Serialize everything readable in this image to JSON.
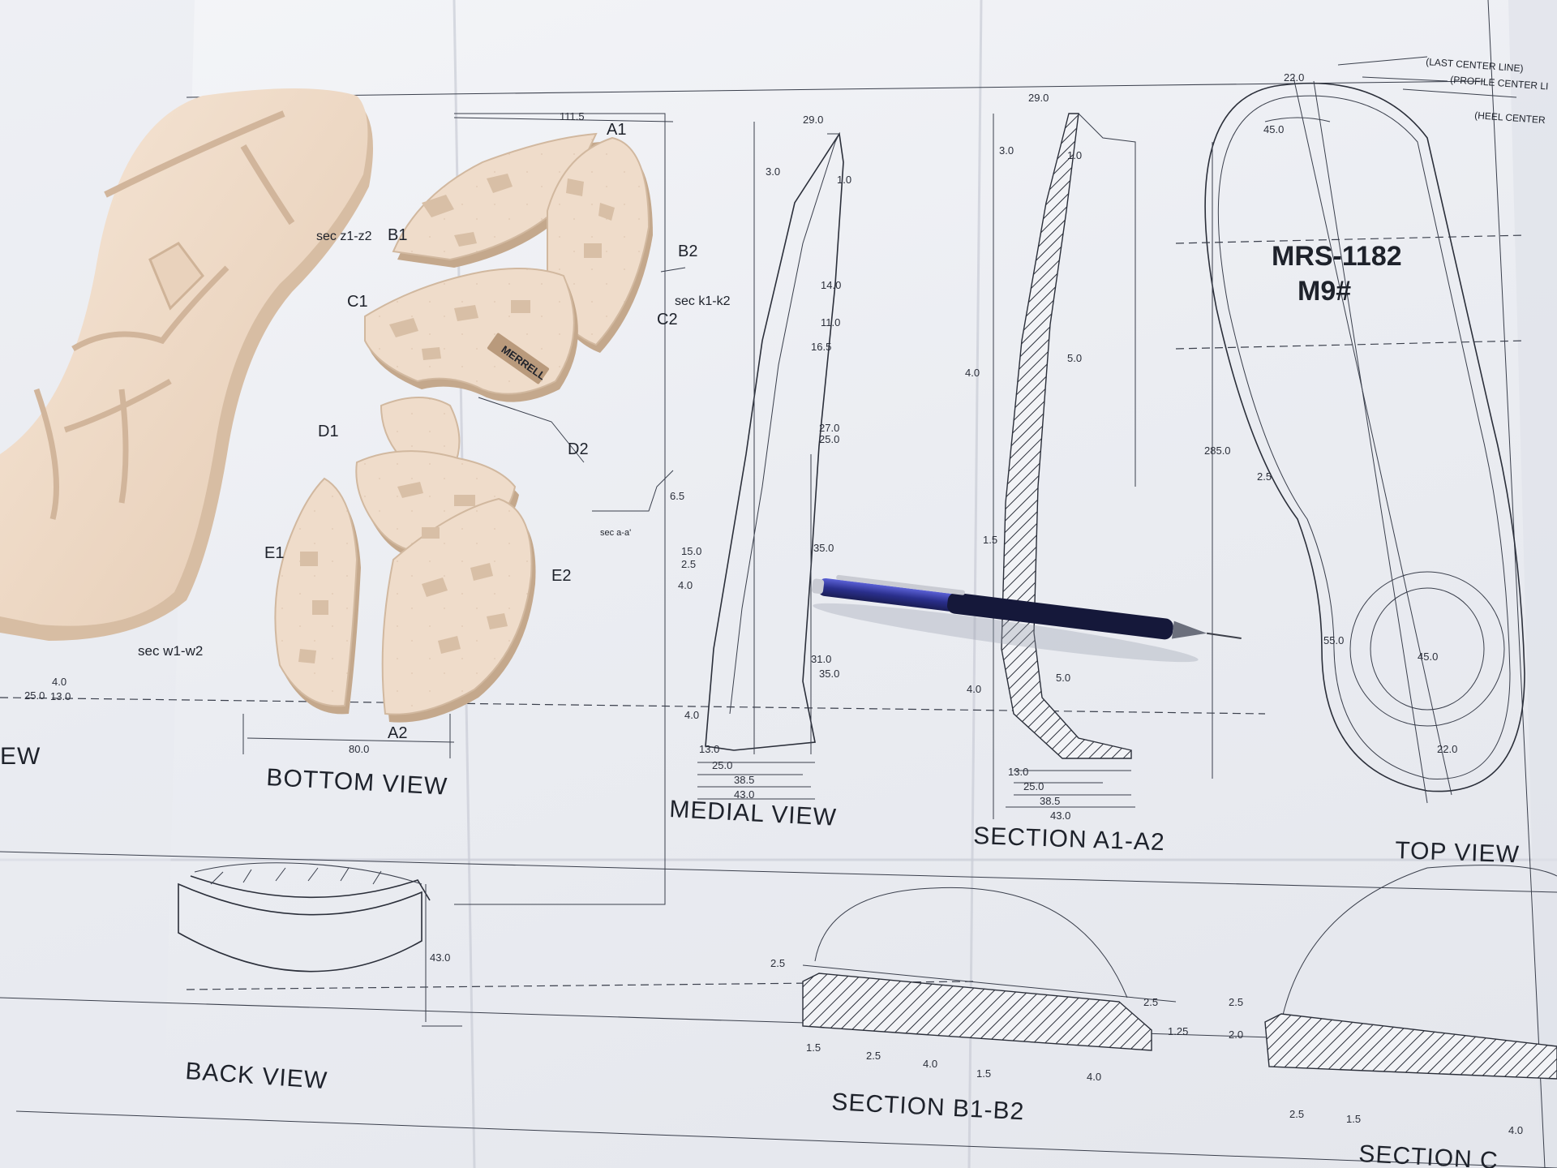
{
  "drawing": {
    "model_number": "MRS-1182",
    "size_code": "M9#",
    "views": {
      "bottom": "BOTTOM VIEW",
      "medial": "MEDIAL VIEW",
      "section_a": "SECTION A1-A2",
      "top": "TOP VIEW",
      "back": "BACK VIEW",
      "section_b": "SECTION B1-B2",
      "view_cut": "EW",
      "section_c_cut": "SECTION C"
    },
    "section_markers": {
      "a1": "A1",
      "a2": "A2",
      "b1": "B1",
      "b2": "B2",
      "c1": "C1",
      "c2": "C2",
      "d1": "D1",
      "d2": "D2",
      "e1": "E1",
      "e2": "E2"
    },
    "section_notes": {
      "z": "sec z1-z2",
      "k": "sec k1-k2",
      "w": "sec w1-w2",
      "a": "sec a-a'"
    },
    "centerlines": {
      "last": "(LAST CENTER LINE)",
      "profile": "(PROFILE CENTER LI",
      "heel": "(HEEL CENTER"
    },
    "dimensions": {
      "d_111_5": "111.5",
      "d_80": "80.0",
      "d_43": "43.0",
      "d_285": "285.0",
      "d_55": "55.0",
      "d_45": "45.0",
      "d_22": "22.0",
      "d_29": "29.0",
      "d_13": "13.0",
      "d_25": "25.0",
      "d_38_5": "38.5",
      "d_2_5": "2.5",
      "d_1_5": "1.5",
      "d_4": "4.0",
      "d_1_25": "1.25",
      "d_15": "15.0",
      "d_35": "35.0",
      "d_31": "31.0",
      "d_27": "27.0",
      "d_14": "14.0",
      "d_11": "11.0",
      "d_16_5": "16.5",
      "d_5": "5.0",
      "d_3": "3.0",
      "d_1": "1.0",
      "d_6_5": "6.5",
      "d_2": "2.0"
    },
    "brand_mark": "MERRELL"
  },
  "colors": {
    "paper": "#eef0f4",
    "ink": "#2b2f3a",
    "foam": "#ecd9c6",
    "foam_shadow": "#c9ae93",
    "pencil_body": "#2a2f8c",
    "pencil_grip": "#15183a"
  },
  "objects": {
    "sole_model": "shoe-sole-prototype",
    "outsole_pods": "outsole-tread-pieces",
    "pencil": "mechanical-pencil-icon"
  }
}
